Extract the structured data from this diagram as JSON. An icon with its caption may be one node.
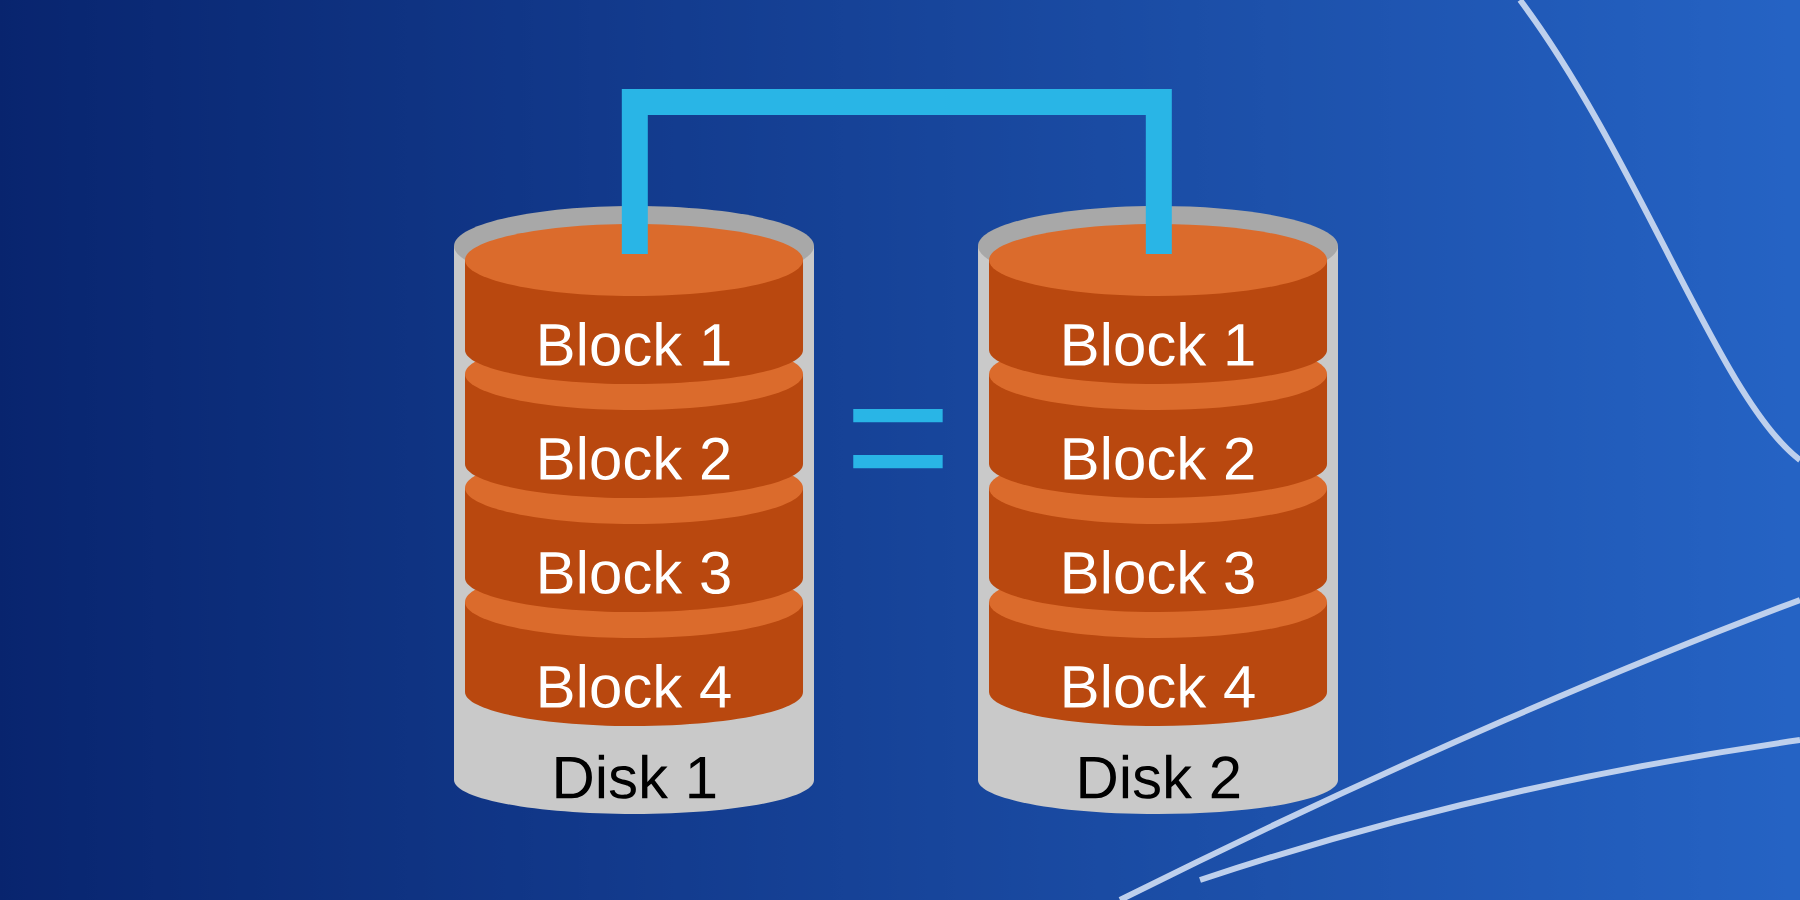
{
  "diagram": {
    "nodes": [
      {
        "text": [
          "Disk 1"
        ]
      },
      {
        "text": [
          "Block 1"
        ],
        "in": 0
      },
      {
        "text": [
          "Block 2"
        ],
        "in": 0
      },
      {
        "text": [
          "Block 3"
        ],
        "in": 0
      },
      {
        "text": [
          "Block 4"
        ],
        "in": 0
      },
      {
        "text": [
          "Disk 2"
        ]
      },
      {
        "text": [
          "Block 1"
        ],
        "in": 5
      },
      {
        "text": [
          "Block 2"
        ],
        "in": 5
      },
      {
        "text": [
          "Block 3"
        ],
        "in": 5
      },
      {
        "text": [
          "Block 4"
        ],
        "in": 5
      }
    ],
    "edges": [
      {
        "from": 0,
        "to": 5,
        "arrow": "none",
        "color": "#29b5e6"
      }
    ],
    "labels": [
      "="
    ]
  }
}
